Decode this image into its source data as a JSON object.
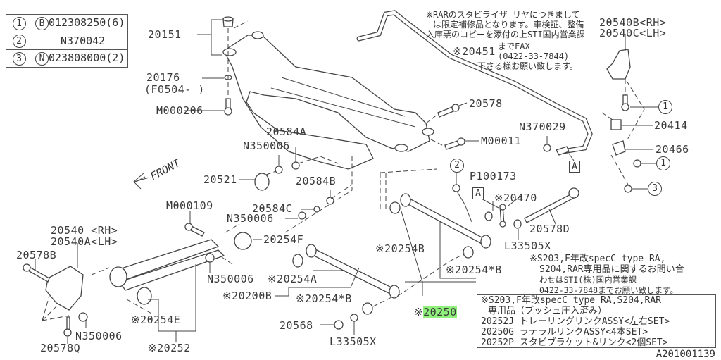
{
  "legend": [
    {
      "key": "1",
      "symbol": "B",
      "part": "012308250(6)"
    },
    {
      "key": "2",
      "symbol": "",
      "part": "N370042"
    },
    {
      "key": "3",
      "symbol": "N",
      "part": "023808000(2)"
    }
  ],
  "labels": {
    "p20151": "20151",
    "p20176": "20176",
    "p20176_note": "(F0504-    )",
    "m000206": "M000206",
    "p20584a": "20584A",
    "n350006_a": "N350006",
    "p20521": "20521",
    "p20584b": "20584B",
    "p20584c": "20584C",
    "n350006_b": "N350006",
    "m000109": "M000109",
    "p20254f": "20254F",
    "p20540": "20540 <RH>",
    "p20540a": "20540A<LH>",
    "p20578b": "20578B",
    "n350006_c": "N350006",
    "p20254a": "※20254A",
    "p20200b": "※20200B",
    "p20254b_star": "※20254*B",
    "p20254e": "※20254E",
    "n350006_d": "N350006",
    "p20578q": "20578Q",
    "p20252": "※20252",
    "p20568": "20568",
    "l33505x_a": "L33505X",
    "p20254b": "※20254B",
    "p20254b_star2": "※20254*B",
    "p20250_prefix": "※",
    "p20250": "20250",
    "p20578": "20578",
    "m00011": "M00011",
    "n370029": "N370029",
    "p100173": "P100173",
    "p20470": "※20470",
    "p20578d": "20578D",
    "l33505x_b": "L33505X",
    "p20451": "※20451",
    "p20540b": "20540B<RH>",
    "p20540c": "20540C<LH>",
    "p20414": "20414",
    "p20466": "20466",
    "front": "FRONT",
    "ref_a": "A"
  },
  "callouts": {
    "one": "1",
    "two": "2",
    "three": "3"
  },
  "note_stabilizer": [
    "※RARのスタビライザ リヤにつきまして",
    "は限定補修品となります。車検証、整備",
    "入庫票のコピーを添付の上STI国内営業課",
    "までFAX",
    "(0422-33-7844)",
    "下さる様お願い致します。"
  ],
  "note_s203": [
    "※S203,F年改specC type RA,",
    "S204,RAR専用品に関するお問い合",
    "わせはSTI(株)国内営業課",
    "0422-33-7848までお願い致します。"
  ],
  "infobox": [
    "※S203,F年改specC type RA,S204,RAR",
    "専用品（ブッシュ圧入済み）",
    "20252J トレーリングリンクASSY<左右SET>",
    "20250G ラテラルリンクASSY<4本SET>",
    "20252P スタビブラケット&リンク<2個SET>"
  ],
  "diagram_code": "A201001139",
  "highlight_color": "#8ef07a"
}
